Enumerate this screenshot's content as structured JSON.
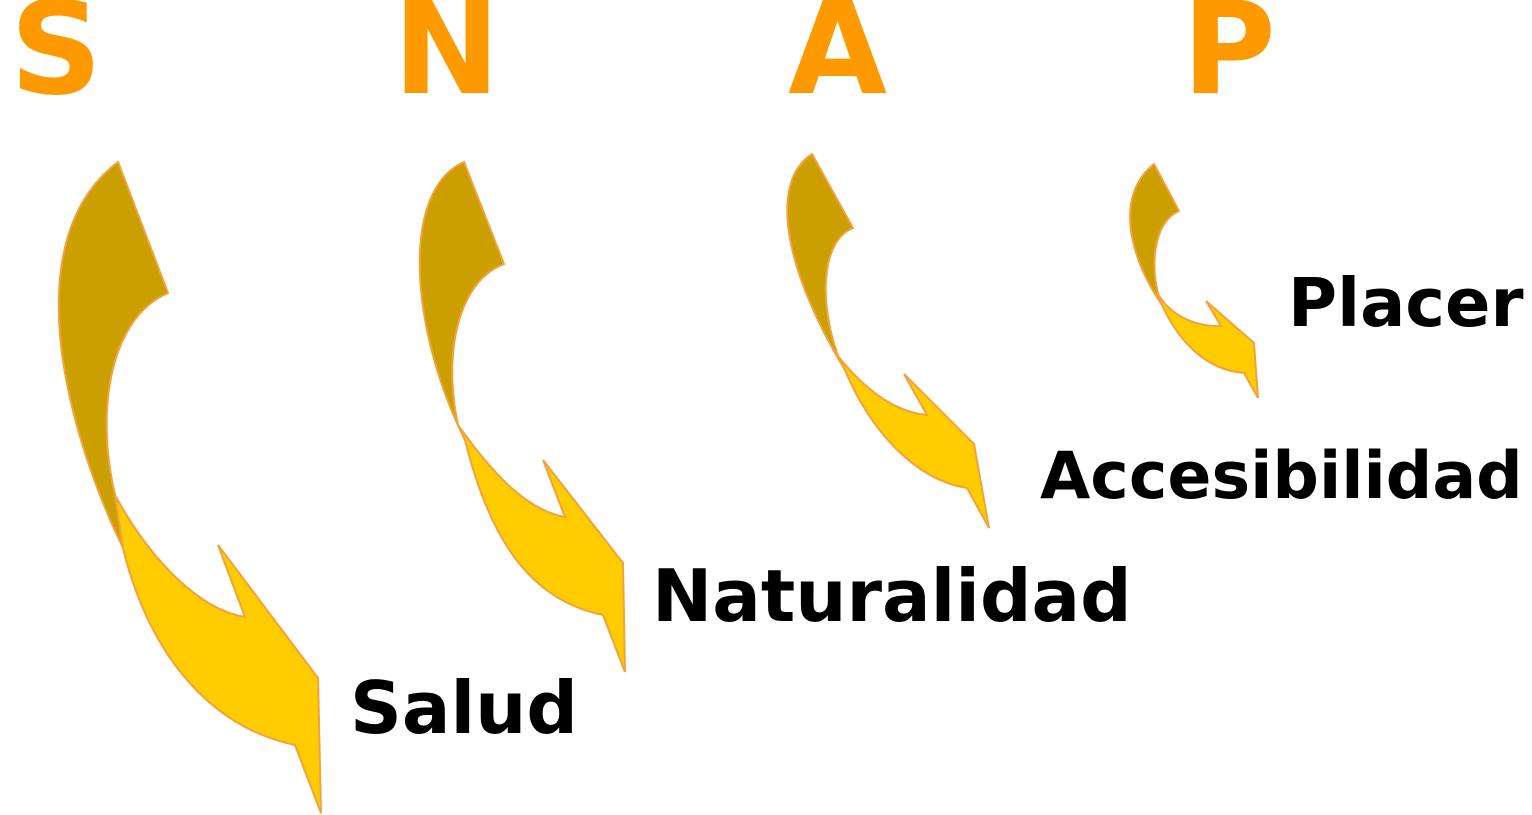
{
  "letters": [
    "S",
    "N",
    "A",
    "P"
  ],
  "words": [
    "Salud",
    "Naturalidad",
    "Accesibilidad",
    "Placer"
  ],
  "colors": {
    "letter": "#ff9900",
    "word": "#000000",
    "arrow_dark": "#cc9f00",
    "arrow_light": "#ffcc00",
    "arrow_outline": "#f2a23a"
  }
}
